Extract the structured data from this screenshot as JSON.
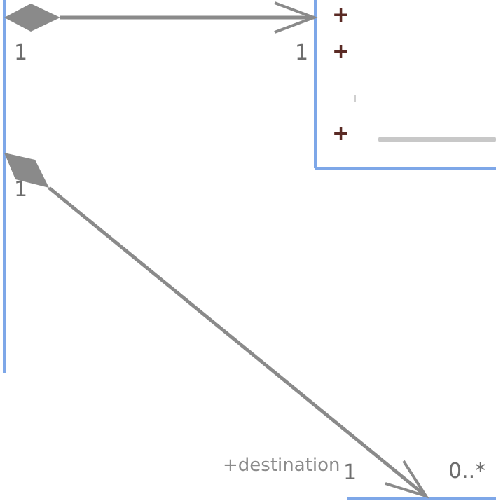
{
  "colors": {
    "class_border": "#7ea7e8",
    "connector": "#8a8a8a",
    "multiplicity_text": "#6e6e6e",
    "visibility_marker": "#5a2a24",
    "role_text": "#8a8a8a",
    "background": "#ffffff"
  },
  "left_class": {
    "name": ""
  },
  "right_class": {
    "members": [
      {
        "visibility": "+",
        "text": ""
      },
      {
        "visibility": "+",
        "text": ""
      },
      {
        "visibility": "",
        "text": ""
      },
      {
        "visibility": "+",
        "text": ""
      }
    ]
  },
  "bottom_class": {
    "name": ""
  },
  "associations": [
    {
      "kind": "composition",
      "source_multiplicity": "1",
      "target_multiplicity": "1",
      "target_role": ""
    },
    {
      "kind": "composition",
      "source_multiplicity": "1",
      "target_multiplicity": "0..*",
      "target_role": "destination",
      "target_role_prefix": "+",
      "near_target_multiplicity": "1"
    }
  ]
}
